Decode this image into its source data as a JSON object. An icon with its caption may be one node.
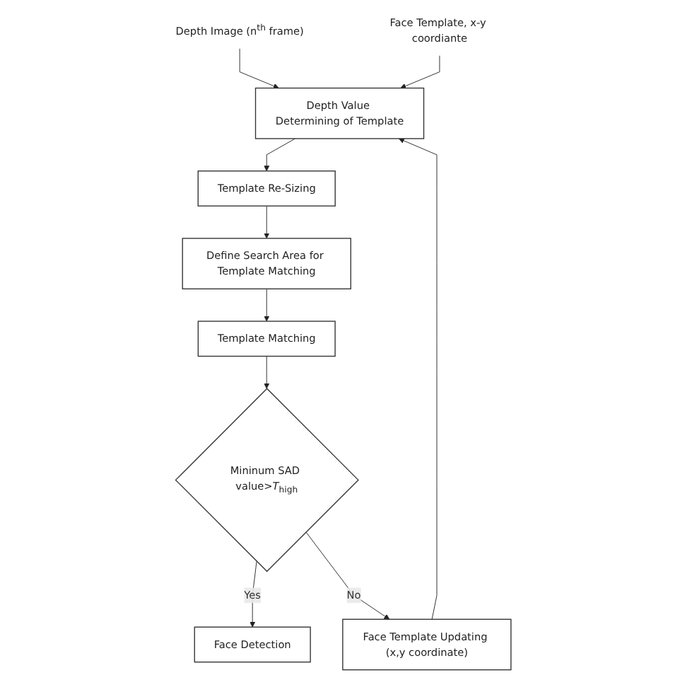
{
  "diagram": {
    "nodes": [
      {
        "text": [
          "Depth Image (n$^{th}$ frame)"
        ]
      },
      {
        "text": [
          "Face Template, x-y coordiante"
        ]
      },
      {
        "text": [
          "Depth Value Determining of Template"
        ]
      },
      {
        "text": [
          "Template Re-Sizing"
        ]
      },
      {
        "text": [
          "Define Search Area for Template Matching"
        ]
      },
      {
        "text": [
          "Template Matching"
        ]
      },
      {
        "text": [
          "Mininum SAD value>*T*$_{high}$"
        ]
      },
      {
        "text": [
          "Face Detection"
        ]
      },
      {
        "text": [
          "Face Template Updating (x,y coordinate)"
        ]
      }
    ],
    "edges": [
      {
        "from": 0,
        "to": 2,
        "arrow": "to"
      },
      {
        "from": 1,
        "to": 2,
        "arrow": "to"
      },
      {
        "from": 8,
        "to": 2,
        "arrow": "to"
      },
      {
        "from": 2,
        "to": 3,
        "arrow": "to"
      },
      {
        "from": 3,
        "to": 4,
        "arrow": "to"
      },
      {
        "from": 4,
        "to": 5,
        "arrow": "to"
      },
      {
        "from": 5,
        "to": 6,
        "arrow": "to"
      },
      {
        "from": 6,
        "to": 7,
        "arrow": "to",
        "label": "Yes"
      },
      {
        "from": 6,
        "to": 8,
        "arrow": "to",
        "label": "No"
      }
    ]
  }
}
